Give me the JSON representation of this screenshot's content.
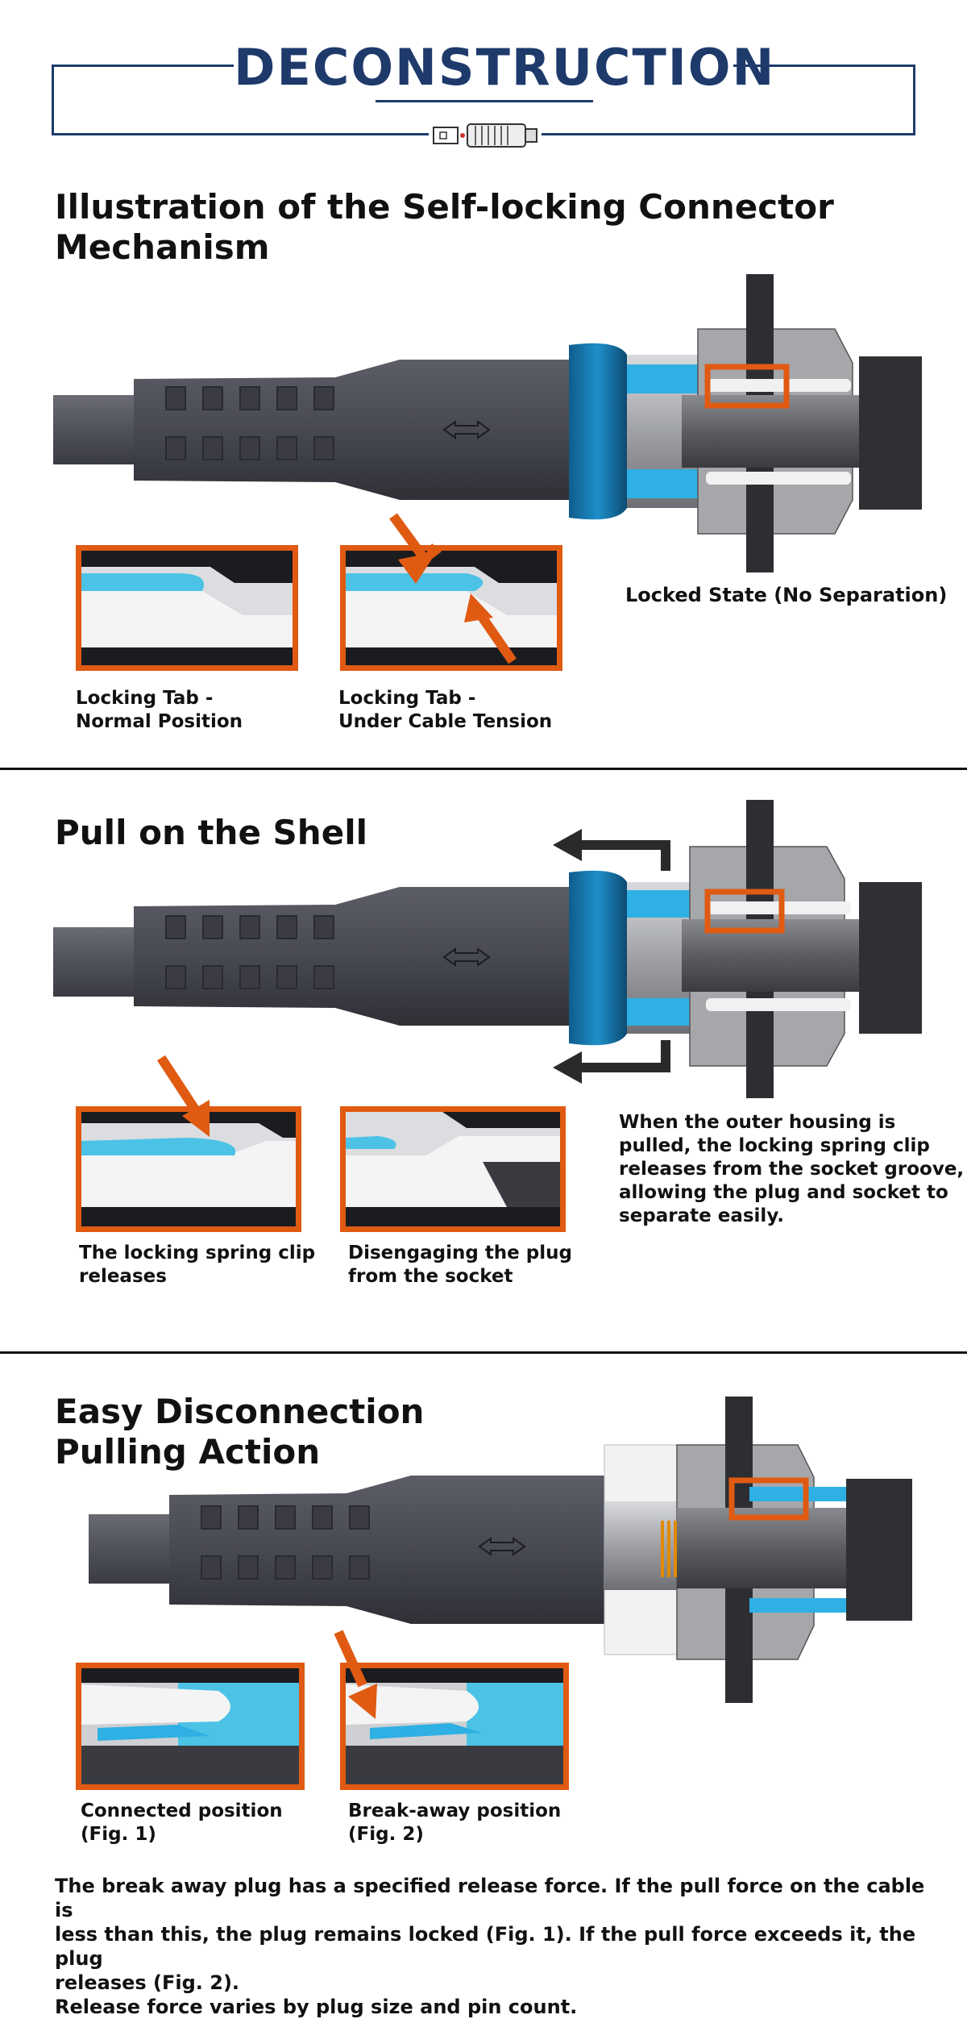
{
  "header": {
    "title": "DECONSTRUCTION"
  },
  "section1": {
    "title": "Illustration of the Self-locking Connector Mechanism",
    "state_label": "Locked State (No Separation)",
    "inset1_caption": [
      "Locking Tab -",
      "Normal Position"
    ],
    "inset2_caption": [
      "Locking Tab -",
      "Under Cable Tension"
    ]
  },
  "section2": {
    "title": "Pull on the Shell",
    "description": [
      "When the outer housing is",
      "pulled, the locking spring clip",
      "releases from the socket groove,",
      "allowing the plug and socket to",
      "separate easily."
    ],
    "inset1_caption": [
      "The locking spring clip",
      "releases"
    ],
    "inset2_caption": [
      "Disengaging the plug",
      "from the socket"
    ]
  },
  "section3": {
    "title": [
      "Easy Disconnection",
      "Pulling Action"
    ],
    "inset1_caption": [
      "Connected position",
      "(Fig. 1)"
    ],
    "inset2_caption": [
      "Break-away position",
      "(Fig. 2)"
    ],
    "footer": [
      "The break away plug has a specified release force. If the pull force on the cable is",
      "less than this, the plug remains locked (Fig. 1). If the pull force exceeds it, the plug",
      "releases (Fig. 2).",
      "Release force varies by plug size and pin count."
    ]
  },
  "colors": {
    "navy": "#1e3a6b",
    "orange": "#e05a12",
    "blue": "#1fa0d8",
    "cyan": "#4cc3e6",
    "dark_gray": "#4a4b52"
  }
}
